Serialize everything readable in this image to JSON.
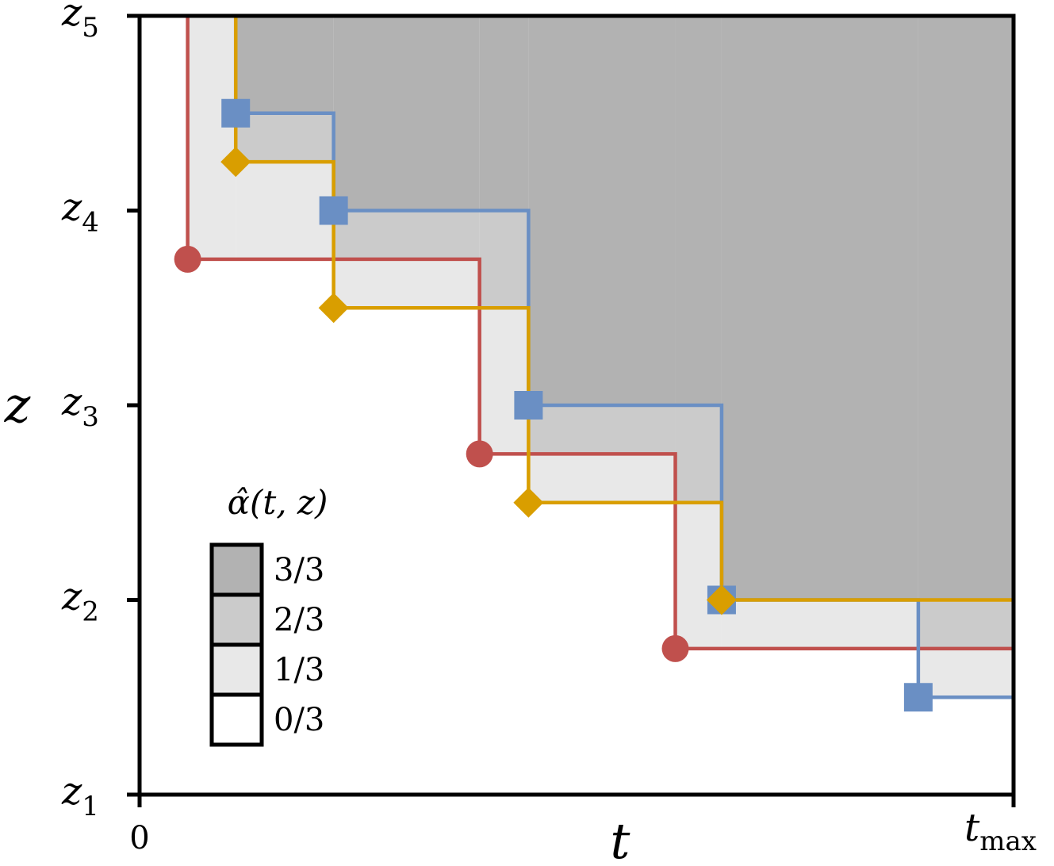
{
  "chart_data": {
    "type": "line",
    "xlabel": "t",
    "ylabel": "z",
    "x_ticks": [
      {
        "value": 0,
        "label": "0",
        "sub": ""
      },
      {
        "value": 1,
        "label": "t",
        "sub": "max"
      }
    ],
    "y_ticks": [
      {
        "value": 1,
        "label": "z",
        "sub": "1"
      },
      {
        "value": 2,
        "label": "z",
        "sub": "2"
      },
      {
        "value": 3,
        "label": "z",
        "sub": "3"
      },
      {
        "value": 4,
        "label": "z",
        "sub": "4"
      },
      {
        "value": 5,
        "label": "z",
        "sub": "5"
      }
    ],
    "xlim": [
      0,
      1
    ],
    "ylim": [
      1,
      5
    ],
    "grid": false,
    "series": [
      {
        "color": "#c0504d",
        "marker": "circle",
        "points": [
          [
            0.055,
            3.75
          ],
          [
            0.389,
            2.75
          ],
          [
            0.613,
            1.75
          ]
        ]
      },
      {
        "color": "#6a8fc4",
        "marker": "square",
        "points": [
          [
            0.11,
            4.5
          ],
          [
            0.222,
            4.0
          ],
          [
            0.445,
            3.0
          ],
          [
            0.666,
            2.0
          ],
          [
            0.891,
            1.5
          ]
        ]
      },
      {
        "color": "#d99e00",
        "marker": "diamond",
        "points": [
          [
            0.11,
            4.25
          ],
          [
            0.222,
            3.5
          ],
          [
            0.445,
            2.5
          ],
          [
            0.666,
            2.0
          ]
        ]
      }
    ],
    "legend": {
      "title": "α̂(t, z)",
      "placement": "bottom-left",
      "entries": [
        {
          "label": "3/3",
          "color": "#b2b2b2"
        },
        {
          "label": "2/3",
          "color": "#cbcbcb"
        },
        {
          "label": "1/3",
          "color": "#e8e8e8"
        },
        {
          "label": "0/3",
          "color": "#ffffff"
        }
      ]
    }
  }
}
